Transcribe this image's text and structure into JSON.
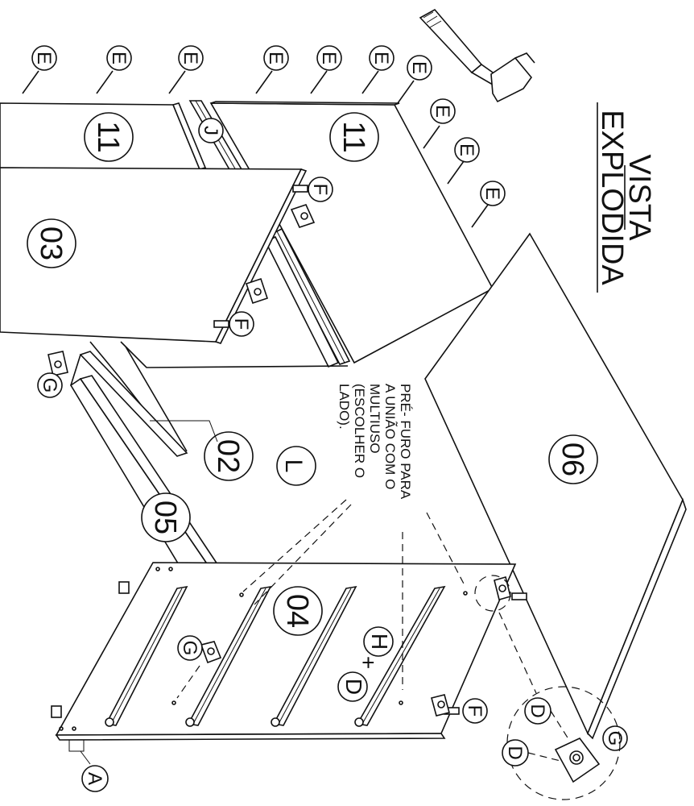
{
  "title": {
    "line1": "VISTA",
    "line2": "EXPLODIDA"
  },
  "note": {
    "line1": "PRÉ- FURO PARA",
    "line2": "A UNIÃO COM O",
    "line3": "MULTIUSO",
    "line4": "(ESCOLHER O",
    "line5": "LADO)."
  },
  "parts": {
    "p11": "11",
    "p03": "03",
    "p06": "06",
    "p02": "02",
    "p05": "05",
    "p04": "04"
  },
  "hardware": {
    "A": "A",
    "D": "D",
    "E": "E",
    "F": "F",
    "G": "G",
    "H": "H",
    "J": "J",
    "L": "L",
    "plus": "+"
  }
}
